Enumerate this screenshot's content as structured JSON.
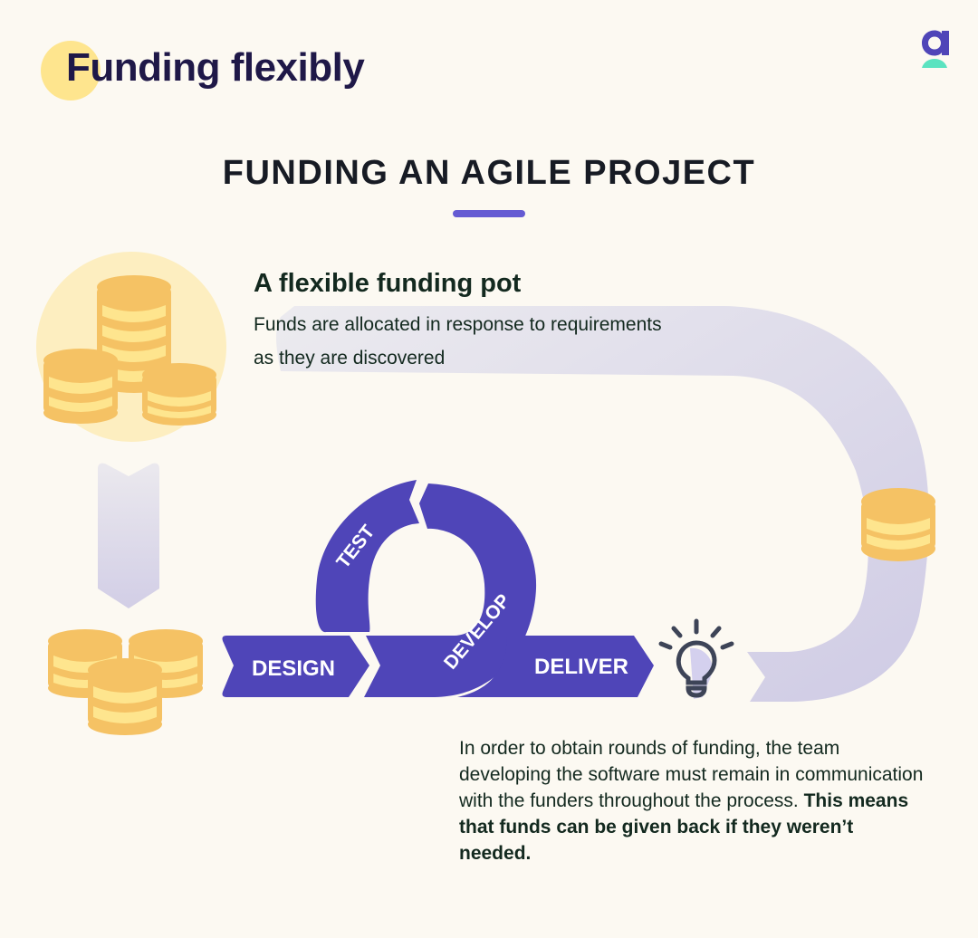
{
  "header": {
    "title": "Funding flexibly",
    "logo_letter": "a"
  },
  "diagram": {
    "heading": "FUNDING AN AGILE PROJECT",
    "pot": {
      "title": "A flexible funding pot",
      "description": "Funds are allocated in response to requirements as they are discovered"
    },
    "stages": {
      "design": "DESIGN",
      "test": "TEST",
      "develop": "DEVELOP",
      "deliver": "DELIVER"
    },
    "explanation": {
      "text": "In order to obtain rounds of funding, the team developing the software must remain in communication with the funders throughout the process. ",
      "emphasis": "This means that funds can be given back if they weren’t needed."
    },
    "icons": [
      "coin-stack-large-icon",
      "down-arrow-icon",
      "coin-stack-small-icon",
      "lightbulb-icon",
      "return-arrow-icon",
      "coin-icon"
    ],
    "colors": {
      "background": "#fcf9f2",
      "primary_purple": "#4f45b8",
      "accent_purple": "#655bd3",
      "coin_dark": "#f5c264",
      "coin_light": "#fee58e",
      "pot_circle": "#fdeec0",
      "arrow_lavender": "#d4d0e8",
      "logo_teal": "#5be3c0",
      "title_navy": "#1f1848"
    }
  }
}
